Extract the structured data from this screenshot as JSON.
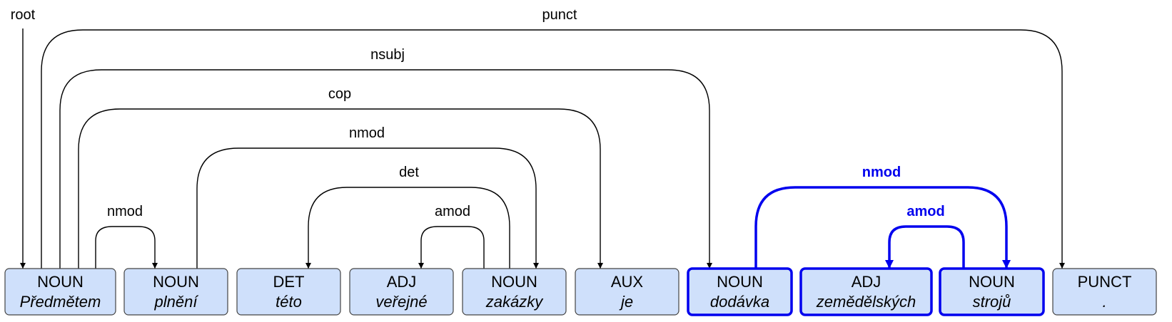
{
  "highlight_color": "#0000ee",
  "node_fill": "#cfe0fb",
  "tokens": [
    {
      "tag": "NOUN",
      "word": "Předmětem",
      "highlighted": false
    },
    {
      "tag": "NOUN",
      "word": "plnění",
      "highlighted": false
    },
    {
      "tag": "DET",
      "word": "této",
      "highlighted": false
    },
    {
      "tag": "ADJ",
      "word": "veřejné",
      "highlighted": false
    },
    {
      "tag": "NOUN",
      "word": "zakázky",
      "highlighted": false
    },
    {
      "tag": "AUX",
      "word": "je",
      "highlighted": false
    },
    {
      "tag": "NOUN",
      "word": "dodávka",
      "highlighted": true
    },
    {
      "tag": "ADJ",
      "word": "zemědělských",
      "highlighted": true
    },
    {
      "tag": "NOUN",
      "word": "strojů",
      "highlighted": true
    },
    {
      "tag": "PUNCT",
      "word": ".",
      "highlighted": false
    }
  ],
  "root_label": "root",
  "root_token": 0,
  "edges": [
    {
      "label": "punct",
      "from": 0,
      "to": 9,
      "highlighted": false
    },
    {
      "label": "nsubj",
      "from": 0,
      "to": 6,
      "highlighted": false
    },
    {
      "label": "cop",
      "from": 0,
      "to": 5,
      "highlighted": false
    },
    {
      "label": "nmod",
      "from": 1,
      "to": 4,
      "highlighted": false
    },
    {
      "label": "det",
      "from": 4,
      "to": 2,
      "highlighted": false
    },
    {
      "label": "amod",
      "from": 4,
      "to": 3,
      "highlighted": false
    },
    {
      "label": "nmod",
      "from": 0,
      "to": 1,
      "highlighted": false
    },
    {
      "label": "nmod",
      "from": 6,
      "to": 8,
      "highlighted": true
    },
    {
      "label": "amod",
      "from": 8,
      "to": 7,
      "highlighted": true
    }
  ]
}
